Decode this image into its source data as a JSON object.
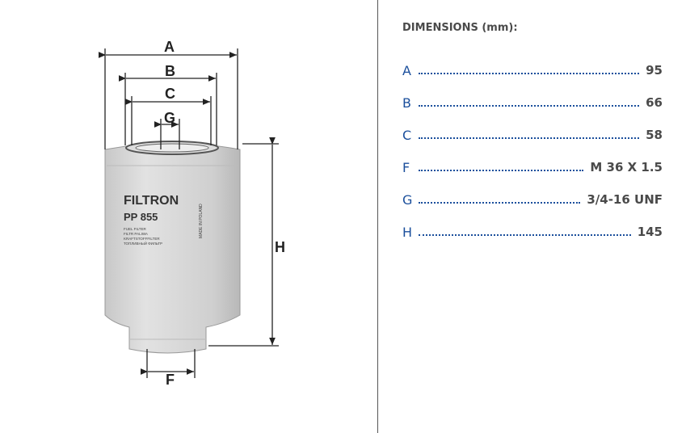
{
  "product": {
    "brand": "FILTRON",
    "model": "PP 855",
    "lines": [
      "FUEL FILTER",
      "FILTR PALIWA",
      "KRAFTSTOFFFILTER",
      "ТОПЛИВНЫЙ ФИЛЬТР"
    ],
    "origin": "MADE IN POLAND"
  },
  "drawing_labels": {
    "A": "A",
    "B": "B",
    "C": "C",
    "G": "G",
    "H": "H",
    "F": "F"
  },
  "dimensions": {
    "heading": "DIMENSIONS (mm):",
    "rows": [
      {
        "key": "A",
        "value": "95"
      },
      {
        "key": "B",
        "value": "66"
      },
      {
        "key": "C",
        "value": "58"
      },
      {
        "key": "F",
        "value": "M 36 X 1.5"
      },
      {
        "key": "G",
        "value": "3/4-16 UNF"
      },
      {
        "key": "H",
        "value": "145"
      }
    ]
  },
  "colors": {
    "accent": "#1b4f9c",
    "text": "#4a4a4a"
  }
}
